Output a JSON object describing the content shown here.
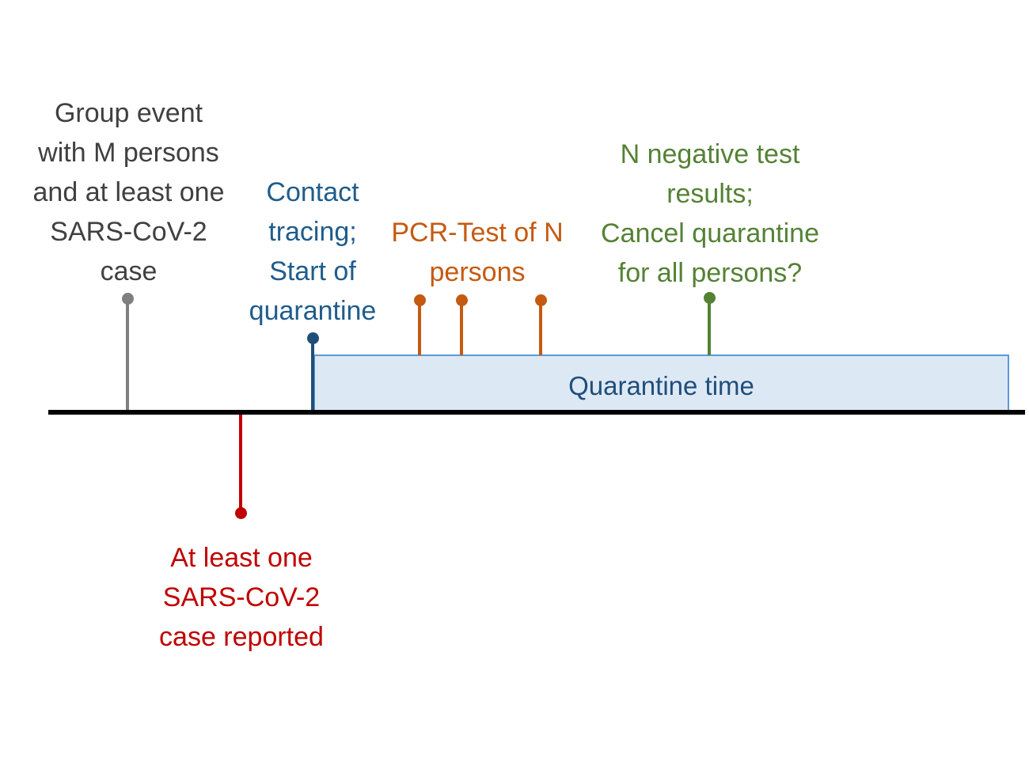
{
  "diagram": {
    "title": "SARS-CoV-2 group event quarantine timeline",
    "colors": {
      "grey": "#404040",
      "blue": "#1f5c8c",
      "blue_dark": "#1f4e79",
      "orange": "#c55a11",
      "green": "#548235",
      "red": "#c00000",
      "band_fill": "#dde8f5",
      "band_border": "#5b9bd5",
      "axis": "#000000",
      "background": "#ffffff"
    },
    "axis": {
      "label": ""
    },
    "band": {
      "label": "Quarantine time"
    },
    "annotations": {
      "group_event": "Group event\nwith M persons\nand at least one\nSARS-CoV-2\ncase",
      "contact_tracing": "Contact\ntracing;\nStart of\nquarantine",
      "pcr_test": "PCR-Test of N\npersons",
      "negative_results": "N negative test\nresults;\nCancel quarantine\nfor all persons?",
      "case_reported": "At least one\nSARS-CoV-2\ncase reported"
    },
    "markers": [
      {
        "name": "group-event",
        "color": "#7f7f7f",
        "direction": "up"
      },
      {
        "name": "contact-tracing",
        "color": "#1f4e79",
        "direction": "up"
      },
      {
        "name": "pcr-test-1",
        "color": "#c55a11",
        "direction": "up"
      },
      {
        "name": "pcr-test-2",
        "color": "#c55a11",
        "direction": "up"
      },
      {
        "name": "pcr-test-3",
        "color": "#c55a11",
        "direction": "up"
      },
      {
        "name": "negative-results",
        "color": "#548235",
        "direction": "up"
      },
      {
        "name": "case-reported",
        "color": "#c00000",
        "direction": "down"
      }
    ]
  }
}
